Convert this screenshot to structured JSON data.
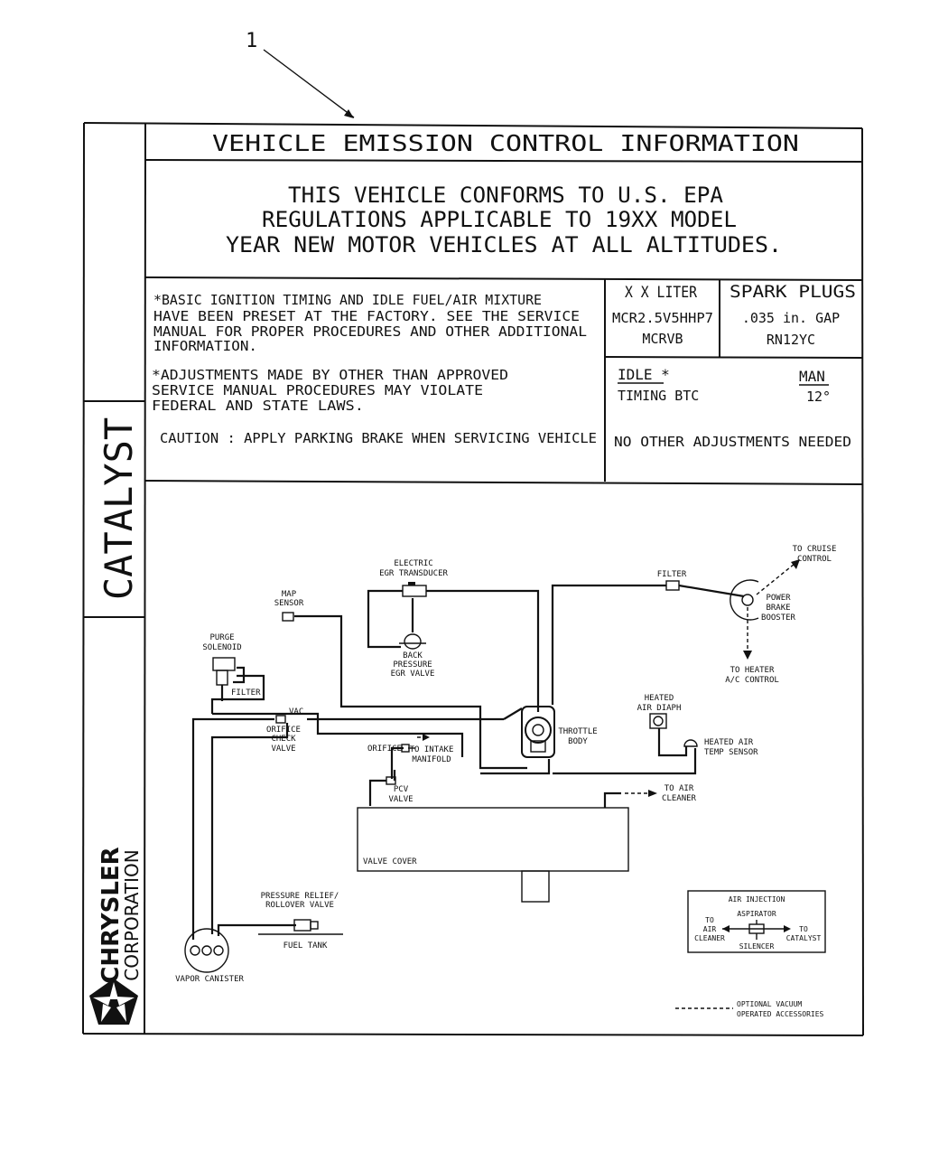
{
  "callout_number": "1",
  "side_panel": {
    "catalyst": "CATALYST",
    "brand": "CHRYSLER",
    "brand_sub": "CORPORATION",
    "logo_icon": "pentastar-icon"
  },
  "label": {
    "title": "VEHICLE EMISSION CONTROL INFORMATION",
    "conformity_lines": [
      "THIS VEHICLE CONFORMS TO U.S. EPA",
      "REGULATIONS APPLICABLE TO 19XX MODEL",
      "YEAR NEW MOTOR VEHICLES AT ALL ALTITUDES."
    ],
    "notes": {
      "basic_lines": [
        "*BASIC IGNITION TIMING AND IDLE FUEL/AIR MIXTURE",
        " HAVE BEEN PRESET AT THE FACTORY. SEE THE SERVICE",
        " MANUAL FOR PROPER PROCEDURES AND OTHER ADDITIONAL",
        " INFORMATION."
      ],
      "adjust_lines": [
        "*ADJUSTMENTS MADE BY OTHER THAN APPROVED",
        " SERVICE MANUAL PROCEDURES MAY VIOLATE",
        " FEDERAL AND STATE LAWS."
      ],
      "caution": "CAUTION : APPLY PARKING BRAKE WHEN SERVICING VEHICLE"
    },
    "engine": {
      "liter": "X X LITER",
      "family": "MCR2.5V5HHP7",
      "code": "MCRVB"
    },
    "spark_plugs": {
      "title": "SPARK PLUGS",
      "gap": ".035 in. GAP",
      "type": "RN12YC"
    },
    "idle": {
      "header": "IDLE *",
      "trans": "MAN",
      "timing_label": "TIMING BTC",
      "timing_value": "12°",
      "no_adjust": "NO OTHER ADJUSTMENTS NEEDED"
    }
  },
  "diagram": {
    "to_cruise": [
      "TO CRUISE",
      "CONTROL"
    ],
    "filter_top": "FILTER",
    "power_brake": [
      "POWER",
      "BRAKE",
      "BOOSTER"
    ],
    "to_heater": [
      "TO HEATER",
      "A/C CONTROL"
    ],
    "egr_transducer": [
      "ELECTRIC",
      "EGR TRANSDUCER"
    ],
    "map_sensor": [
      "MAP",
      "SENSOR"
    ],
    "back_pressure": [
      "BACK",
      "PRESSURE",
      "EGR VALVE"
    ],
    "purge_solenoid": [
      "PURGE",
      "SOLENOID"
    ],
    "filter_left": "FILTER",
    "vac": "VAC",
    "orifice_check": [
      "ORIFICE",
      "CHECK",
      "VALVE"
    ],
    "orifice": "ORIFICE",
    "to_intake": [
      "TO INTAKE",
      "MANIFOLD"
    ],
    "throttle_body": [
      "THROTTLE",
      "BODY"
    ],
    "heated_air_diaph": [
      "HEATED",
      "AIR DIAPH"
    ],
    "heated_air_sensor": [
      "HEATED AIR",
      "TEMP SENSOR"
    ],
    "pcv_valve": [
      "PCV",
      "VALVE"
    ],
    "to_air_cleaner": [
      "TO AIR",
      "CLEANER"
    ],
    "valve_cover": "VALVE COVER",
    "pressure_relief": [
      "PRESSURE RELIEF/",
      "ROLLOVER VALVE"
    ],
    "fuel_tank": "FUEL TANK",
    "vapor_canister": "VAPOR CANISTER",
    "air_injection": {
      "title": "AIR INJECTION",
      "aspirator": "ASPIRATOR",
      "to_air_cleaner": [
        "TO",
        "AIR",
        "CLEANER"
      ],
      "silencer": "SILENCER",
      "to_catalyst": [
        "TO",
        "CATALYST"
      ]
    },
    "optional_legend": [
      "OPTIONAL VACUUM",
      "OPERATED ACCESSORIES"
    ]
  }
}
